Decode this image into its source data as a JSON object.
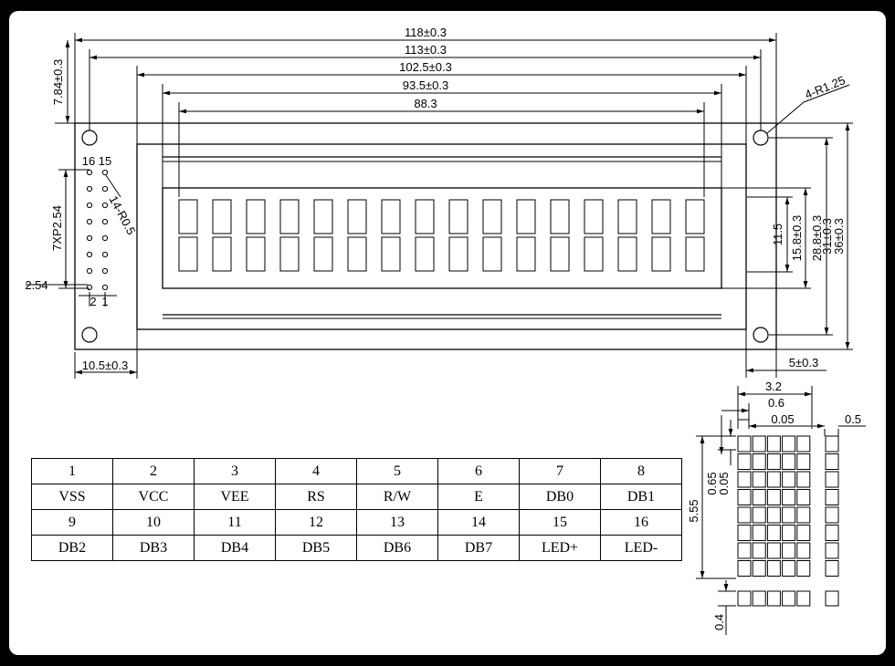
{
  "dimensions": {
    "overall_width": "118±0.3",
    "mount_hole_spacing": "113±0.3",
    "view_area_width": "102.5±0.3",
    "active_area_width": "93.5±0.3",
    "char_area_width": "88.3",
    "top_offset": "7.84±0.3",
    "hole_radius": "4-R1.25",
    "pin_spacing": "7XP2.54",
    "pin_hole_radius": "14-R0.5",
    "pin_label_16": "16",
    "pin_label_15": "15",
    "pin_label_2": "2",
    "pin_label_1": "1",
    "pin_pitch": "2.54",
    "left_edge_offset": "10.5±0.3",
    "char_height_area": "11.5",
    "view_height": "15.8±0.3",
    "hole_spacing_height": "28.8±0.3",
    "bezel_height": "31±0.3",
    "overall_height": "36±0.3",
    "right_offset": "5±0.3"
  },
  "char_detail": {
    "char_width": "3.2",
    "dot_pitch": "0.6",
    "dot_gap": "0.05",
    "dot_size": "0.5",
    "dot_height_pitch": "0.65",
    "dot_height_gap": "0.05",
    "char_height": "5.55",
    "cursor_height": "0.4"
  },
  "pin_table": {
    "rows": [
      [
        "1",
        "2",
        "3",
        "4",
        "5",
        "6",
        "7",
        "8"
      ],
      [
        "VSS",
        "VCC",
        "VEE",
        "RS",
        "R/W",
        "E",
        "DB0",
        "DB1"
      ],
      [
        "9",
        "10",
        "11",
        "12",
        "13",
        "14",
        "15",
        "16"
      ],
      [
        "DB2",
        "DB3",
        "DB4",
        "DB5",
        "DB6",
        "DB7",
        "LED+",
        "LED-"
      ]
    ]
  },
  "display": {
    "columns": 16,
    "rows": 2
  }
}
